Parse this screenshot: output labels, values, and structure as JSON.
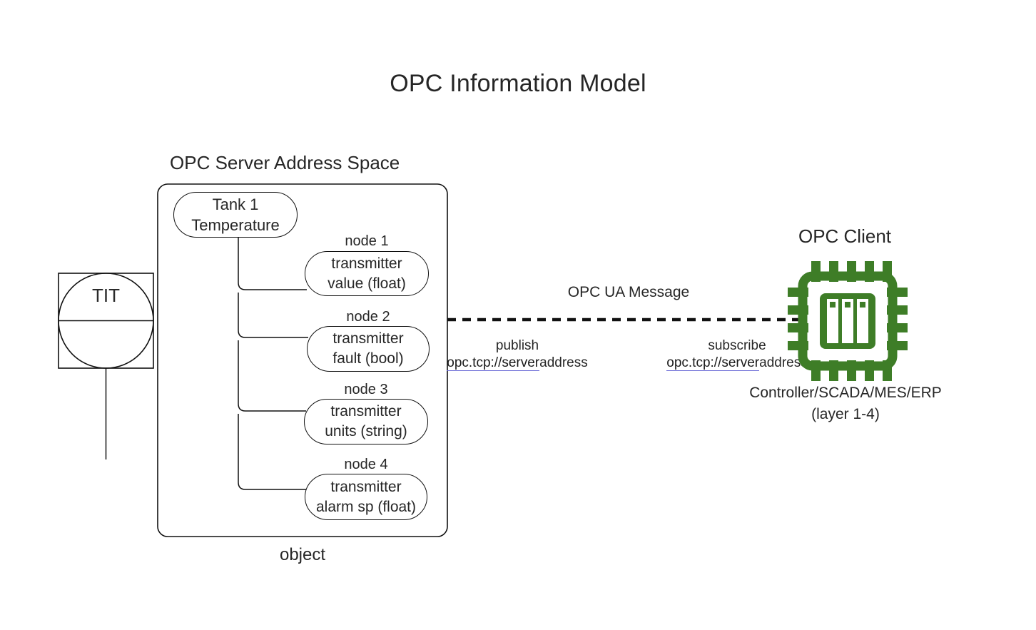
{
  "diagram": {
    "title": "OPC Information Model",
    "type": "architecture-diagram"
  },
  "instrument": {
    "tag": "TIT",
    "symbol": "discrete-instrument-field-mounted"
  },
  "server": {
    "caption": "OPC Server Address Space",
    "footer_caption": "object",
    "root_node": {
      "label_line1": "Tank 1",
      "label_line2": "Temperature"
    },
    "nodes": [
      {
        "id": "node 1",
        "label_line1": "transmitter",
        "label_line2": "value (float)"
      },
      {
        "id": "node 2",
        "label_line1": "transmitter",
        "label_line2": "fault (bool)"
      },
      {
        "id": "node 3",
        "label_line1": "transmitter",
        "label_line2": "units (string)"
      },
      {
        "id": "node 4",
        "label_line1": "transmitter",
        "label_line2": "alarm sp (float)"
      }
    ]
  },
  "connection": {
    "message_label": "OPC UA Message",
    "publish": {
      "action": "publish",
      "url_link": "opc.tcp://server",
      "url_tail": "address"
    },
    "subscribe": {
      "action": "subscribe",
      "url_link": "opc.tcp://server",
      "url_tail": "address"
    }
  },
  "client": {
    "caption": "OPC Client",
    "icon": "cpu-chip-icon",
    "subtitle_line1": "Controller/SCADA/MES/ERP",
    "subtitle_line2": "(layer 1-4)"
  },
  "colors": {
    "chip_green": "#3e7d27",
    "stroke": "#101010",
    "text": "#262626",
    "link_underline": "#6b6bd6",
    "background": "#ffffff"
  }
}
